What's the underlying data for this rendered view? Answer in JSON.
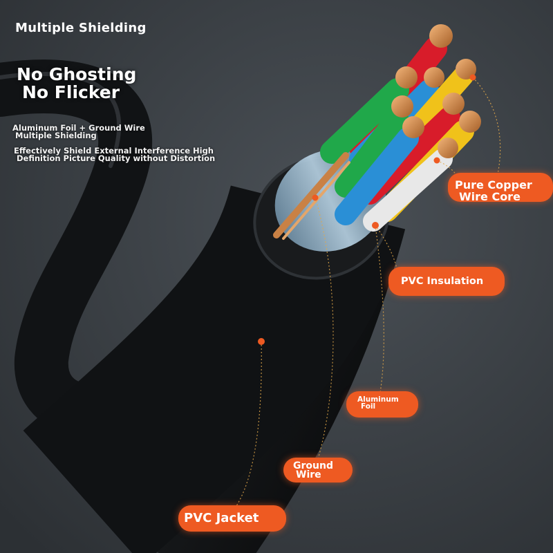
{
  "headline": {
    "title": "Multiple Shielding",
    "line1": "No Ghosting",
    "line2": "No Flicker"
  },
  "description": {
    "line1": "Aluminum Foil + Ground Wire",
    "line2": "Multiple Shielding",
    "line3": "Effectively Shield External Interference High",
    "line4": "Definition Picture Quality without Distortion"
  },
  "callouts": {
    "pure_copper": {
      "line1": "Pure Copper",
      "line2": "Wire Core"
    },
    "pvc_insulation": {
      "label": "PVC Insulation"
    },
    "aluminum_foil": {
      "line1": "Aluminum",
      "line2": "Foil"
    },
    "ground_wire": {
      "line1": "Ground",
      "line2": "Wire"
    },
    "pvc_jacket": {
      "label": "PVC Jacket"
    }
  },
  "colors": {
    "background": "#3a3f44",
    "accent": "#ee5a22",
    "wire_red": "#d81c2a",
    "wire_green": "#20a84a",
    "wire_blue": "#2a8fd6",
    "wire_yellow": "#f0c21a",
    "wire_white": "#e8e8e8",
    "copper": "#d18a4a",
    "jacket": "#141618"
  }
}
